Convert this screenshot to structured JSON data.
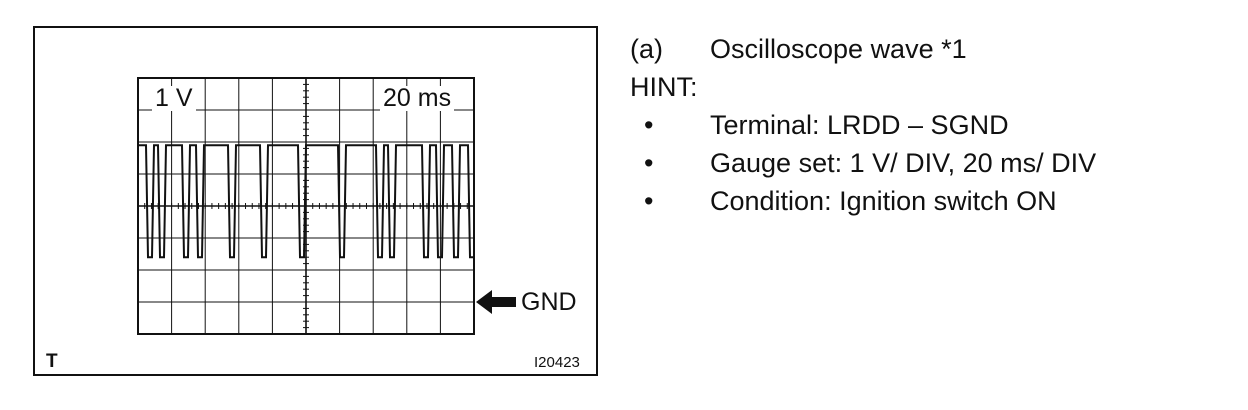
{
  "figure": {
    "volts_per_div": "1 V",
    "time_per_div": "20 ms",
    "gnd_label": "GND",
    "corner_mark": "T",
    "figure_id": "I20423"
  },
  "notes": {
    "item_number": "(a)",
    "item_text": "Oscilloscope wave *1",
    "hint_label": "HINT:",
    "bullet_symbol": "•",
    "bullets": [
      "Terminal: LRDD – SGND",
      "Gauge set: 1 V/ DIV, 20 ms/ DIV",
      "Condition: Ignition switch ON"
    ]
  }
}
